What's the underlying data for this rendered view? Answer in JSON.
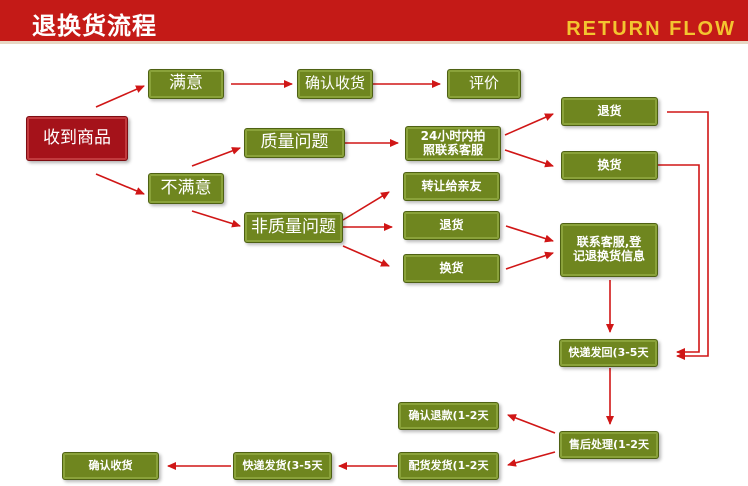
{
  "header": {
    "title": "退换货流程",
    "subtitle": "RETURN FLOW"
  },
  "colors": {
    "header_bg": "#c41a17",
    "header_subtitle": "#f3c530",
    "node_green": "#6f861f",
    "node_red": "#a5121a",
    "arrow": "#d01616"
  },
  "nodes": {
    "receive_goods": "收到商品",
    "satisfied": "满意",
    "confirm_receipt_top": "确认收货",
    "review": "评价",
    "unsatisfied": "不满意",
    "quality_issue": "质量问题",
    "contact_service_24h": "24小时内拍\n照联系客服",
    "return_top": "退货",
    "exchange_top": "换货",
    "non_quality_issue": "非质量问题",
    "transfer_to_friend": "转让给亲友",
    "return_mid": "退货",
    "exchange_mid": "换货",
    "contact_register": "联系客服,登\n记退换货信息",
    "express_return": "快递发回(3-5天",
    "after_sales": "售后处理(1-2天",
    "confirm_refund": "确认退款(1-2天",
    "allocate_ship": "配货发货(1-2天",
    "express_ship": "快递发货(3-5天",
    "confirm_receipt_bottom": "确认收货"
  }
}
